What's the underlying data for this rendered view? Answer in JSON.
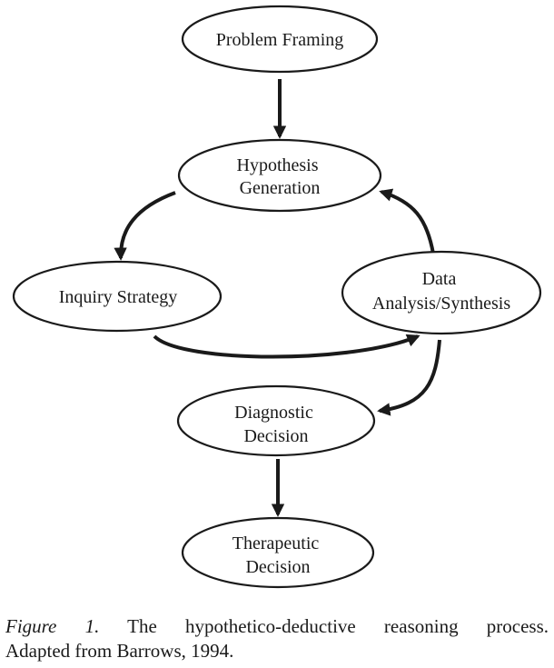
{
  "nodes": {
    "problem_framing": {
      "lines": [
        "Problem Framing"
      ]
    },
    "hypothesis_generation": {
      "lines": [
        "Hypothesis",
        "Generation"
      ]
    },
    "inquiry_strategy": {
      "lines": [
        "Inquiry Strategy"
      ]
    },
    "data_analysis_synthesis": {
      "lines": [
        "Data",
        "Analysis/Synthesis"
      ]
    },
    "diagnostic_decision": {
      "lines": [
        "Diagnostic",
        "Decision"
      ]
    },
    "therapeutic_decision": {
      "lines": [
        "Therapeutic",
        "Decision"
      ]
    }
  },
  "caption": {
    "label": "Figure 1.",
    "text": " The hypothetico-deductive reasoning process.",
    "line2": "Adapted from Barrows, 1994."
  }
}
